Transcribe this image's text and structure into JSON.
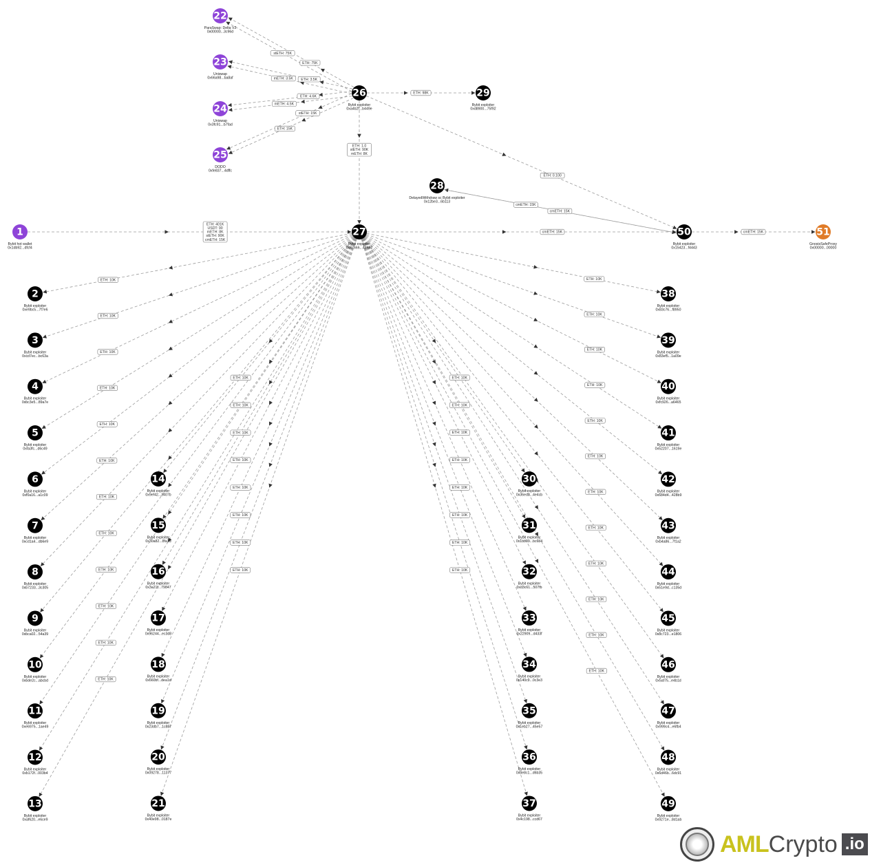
{
  "colors": {
    "exchange": "#8e44d8",
    "exploiter": "#000000",
    "proxy": "#e07b28",
    "edge": "#9a9a9a"
  },
  "nodes": [
    {
      "id": "1",
      "name": "Bybit hot wallet",
      "address": "0x1db92...dfcf4",
      "type": "exchange"
    },
    {
      "id": "2",
      "name": "Bybit exploiter",
      "address": "0xe9bc5...7f7e6",
      "type": "exploiter"
    },
    {
      "id": "3",
      "name": "Bybit exploiter",
      "address": "0xcd7ec...bc63a",
      "type": "exploiter"
    },
    {
      "id": "4",
      "name": "Bybit exploiter",
      "address": "0xbc3e5...89a7e",
      "type": "exploiter"
    },
    {
      "id": "5",
      "name": "Bybit exploiter",
      "address": "0xfa3fc...d6c49",
      "type": "exploiter"
    },
    {
      "id": "6",
      "name": "Bybit exploiter",
      "address": "0xf0a16...a1c09",
      "type": "exploiter"
    },
    {
      "id": "7",
      "name": "Bybit exploiter",
      "address": "0xcd1a4...db6e9",
      "type": "exploiter"
    },
    {
      "id": "8",
      "name": "Bybit exploiter",
      "address": "0xb7233...3c305",
      "type": "exploiter"
    },
    {
      "id": "9",
      "name": "Bybit exploiter",
      "address": "0xbca02...54a39",
      "type": "exploiter"
    },
    {
      "id": "10",
      "name": "Bybit exploiter",
      "address": "0xbde2c...abcbd",
      "type": "exploiter"
    },
    {
      "id": "11",
      "name": "Bybit exploiter",
      "address": "0xe6975...1ae49",
      "type": "exploiter"
    },
    {
      "id": "12",
      "name": "Bybit exploiter",
      "address": "0xb172f...003b4",
      "type": "exploiter"
    },
    {
      "id": "13",
      "name": "Bybit exploiter",
      "address": "0xaf620...e6ce9",
      "type": "exploiter"
    },
    {
      "id": "14",
      "name": "Bybit exploiter",
      "address": "0x9ef42...3407b",
      "type": "exploiter"
    },
    {
      "id": "15",
      "name": "Bybit exploiter",
      "address": "0x30a82...8fa1d",
      "type": "exploiter"
    },
    {
      "id": "16",
      "name": "Bybit exploiter",
      "address": "0x3a21f...79847",
      "type": "exploiter"
    },
    {
      "id": "17",
      "name": "Bybit exploiter",
      "address": "0x96244...ec3d8",
      "type": "exploiter"
    },
    {
      "id": "18",
      "name": "Bybit exploiter",
      "address": "0x660bf...dea1d",
      "type": "exploiter"
    },
    {
      "id": "19",
      "name": "Bybit exploiter",
      "address": "0x23db7...1c887",
      "type": "exploiter"
    },
    {
      "id": "20",
      "name": "Bybit exploiter",
      "address": "0x09278...11377",
      "type": "exploiter"
    },
    {
      "id": "21",
      "name": "Bybit exploiter",
      "address": "0x40e98...0187e",
      "type": "exploiter"
    },
    {
      "id": "22",
      "name": "ParaSwap: Delta V2",
      "address": "0x00000...3c96d",
      "type": "exchange"
    },
    {
      "id": "23",
      "name": "Uniswap",
      "address": "0x66a98...ba8af",
      "type": "exchange"
    },
    {
      "id": "24",
      "name": "Uniswap",
      "address": "0x3fc91...b7fad",
      "type": "exchange"
    },
    {
      "id": "25",
      "name": "DODO",
      "address": "0xfe837...4dffc",
      "type": "exchange"
    },
    {
      "id": "26",
      "name": "Bybit exploiter",
      "address": "0xa4b2f...b449e",
      "type": "exploiter"
    },
    {
      "id": "27",
      "name": "Bybit exploiter",
      "address": "0x47666...486e2",
      "type": "exploiter"
    },
    {
      "id": "28",
      "name": "DelayedWithdraw sc Bybit exploiter",
      "address": "0x12be3...6b113",
      "type": "exploiter"
    },
    {
      "id": "29",
      "name": "Bybit exploiter",
      "address": "0xd8900...75f92",
      "type": "exploiter"
    },
    {
      "id": "30",
      "name": "Bybit exploiter",
      "address": "0x36ed3...4e4cb",
      "type": "exploiter"
    },
    {
      "id": "31",
      "name": "Bybit exploiter",
      "address": "0x1bb09...bc6b4",
      "type": "exploiter"
    },
    {
      "id": "32",
      "name": "Bybit exploiter",
      "address": "0xd3c61...507fb",
      "type": "exploiter"
    },
    {
      "id": "33",
      "name": "Bybit exploiter",
      "address": "0x22909...d433f",
      "type": "exploiter"
    },
    {
      "id": "34",
      "name": "Bybit exploiter",
      "address": "0x140c9...0c3e3",
      "type": "exploiter"
    },
    {
      "id": "35",
      "name": "Bybit exploiter",
      "address": "0x1eb27...45e57",
      "type": "exploiter"
    },
    {
      "id": "36",
      "name": "Bybit exploiter",
      "address": "0x3e8c1...d6b35",
      "type": "exploiter"
    },
    {
      "id": "37",
      "name": "Bybit exploiter",
      "address": "0x4c198...ccd67",
      "type": "exploiter"
    },
    {
      "id": "38",
      "name": "Bybit exploiter",
      "address": "0x83c76...f8950",
      "type": "exploiter"
    },
    {
      "id": "39",
      "name": "Bybit exploiter",
      "address": "0x83ef5...1a09e",
      "type": "exploiter"
    },
    {
      "id": "40",
      "name": "Bybit exploiter",
      "address": "0xfc926...a6465",
      "type": "exploiter"
    },
    {
      "id": "41",
      "name": "Bybit exploiter",
      "address": "0x52207...1619e",
      "type": "exploiter"
    },
    {
      "id": "42",
      "name": "Bybit exploiter",
      "address": "0x684d4...428b9",
      "type": "exploiter"
    },
    {
      "id": "43",
      "name": "Bybit exploiter",
      "address": "0xb4a86...7f1a2",
      "type": "exploiter"
    },
    {
      "id": "44",
      "name": "Bybit exploiter",
      "address": "0x51e9d...c135d",
      "type": "exploiter"
    },
    {
      "id": "45",
      "name": "Bybit exploiter",
      "address": "0x8c723...e1806",
      "type": "exploiter"
    },
    {
      "id": "46",
      "name": "Bybit exploiter",
      "address": "0x5af75...e4b1d",
      "type": "exploiter"
    },
    {
      "id": "47",
      "name": "Bybit exploiter",
      "address": "0x999c4...e6fb4",
      "type": "exploiter"
    },
    {
      "id": "48",
      "name": "Bybit exploiter",
      "address": "0x6d46b...6dc91",
      "type": "exploiter"
    },
    {
      "id": "49",
      "name": "Bybit exploiter",
      "address": "0x9271e...8d1ab",
      "type": "exploiter"
    },
    {
      "id": "50",
      "name": "Bybit exploiter",
      "address": "0x15423...f4443",
      "type": "exploiter"
    },
    {
      "id": "51",
      "name": "GnosisSafeProxy",
      "address": "0x00000...00000",
      "type": "proxy"
    }
  ],
  "edges": [
    {
      "from": "1",
      "to": "27",
      "label": [
        "ETH: 401K",
        "USDT: 90",
        "mETH: 8K",
        "stETH: 90K",
        "cmETH: 15K"
      ]
    },
    {
      "from": "26",
      "to": "22",
      "label": [
        "stETH: 75K"
      ]
    },
    {
      "from": "26",
      "to": "22",
      "label": [
        "ETH: 75K"
      ]
    },
    {
      "from": "26",
      "to": "23",
      "label": [
        "mETH: 3.5K"
      ]
    },
    {
      "from": "26",
      "to": "23",
      "label": [
        "ETH: 3.5K"
      ]
    },
    {
      "from": "26",
      "to": "24",
      "label": [
        "mETH: 4.5K"
      ]
    },
    {
      "from": "26",
      "to": "24",
      "label": [
        "ETH: 4.6K"
      ]
    },
    {
      "from": "26",
      "to": "25",
      "label": [
        "ETH: 15K"
      ]
    },
    {
      "from": "26",
      "to": "25",
      "label": [
        "stETH: 15K"
      ]
    },
    {
      "from": "26",
      "to": "29",
      "label": [
        "ETH: 98K"
      ]
    },
    {
      "from": "26",
      "to": "27",
      "label": [
        "ETH: 1.0",
        "stETH: 90K",
        "mETH: 8K"
      ]
    },
    {
      "from": "26",
      "to": "50",
      "label": [
        "ETH: 0.100"
      ]
    },
    {
      "from": "50",
      "to": "28",
      "label": [
        "cmETH: 15K"
      ]
    },
    {
      "from": "28",
      "to": "50",
      "label": [
        "cmETH: 15K"
      ]
    },
    {
      "from": "27",
      "to": "50",
      "label": [
        "cmETH: 15K"
      ]
    },
    {
      "from": "50",
      "to": "51",
      "label": [
        "cmETH: 15K"
      ]
    },
    {
      "from": "27",
      "to": "2",
      "label": [
        "ETH: 10K"
      ]
    },
    {
      "from": "27",
      "to": "3",
      "label": [
        "ETH: 10K"
      ]
    },
    {
      "from": "27",
      "to": "4",
      "label": [
        "ETH: 10K"
      ]
    },
    {
      "from": "27",
      "to": "5",
      "label": [
        "ETH: 10K"
      ]
    },
    {
      "from": "27",
      "to": "6",
      "label": [
        "ETH: 10K"
      ]
    },
    {
      "from": "27",
      "to": "7",
      "label": [
        "ETH: 10K"
      ]
    },
    {
      "from": "27",
      "to": "8",
      "label": [
        "ETH: 10K"
      ]
    },
    {
      "from": "27",
      "to": "9",
      "label": [
        "ETH: 10K"
      ]
    },
    {
      "from": "27",
      "to": "10",
      "label": [
        "ETH: 10K"
      ]
    },
    {
      "from": "27",
      "to": "11",
      "label": [
        "ETH: 10K"
      ]
    },
    {
      "from": "27",
      "to": "12",
      "label": [
        "ETH: 10K"
      ]
    },
    {
      "from": "27",
      "to": "13",
      "label": [
        "ETH: 10K"
      ]
    },
    {
      "from": "27",
      "to": "14",
      "label": [
        "ETH: 10K"
      ]
    },
    {
      "from": "27",
      "to": "15",
      "label": [
        "ETH: 10K"
      ]
    },
    {
      "from": "27",
      "to": "16",
      "label": [
        "ETH: 10K"
      ]
    },
    {
      "from": "27",
      "to": "17",
      "label": [
        "ETH: 10K"
      ]
    },
    {
      "from": "27",
      "to": "18",
      "label": [
        "ETH: 10K"
      ]
    },
    {
      "from": "27",
      "to": "19",
      "label": [
        "ETH: 10K"
      ]
    },
    {
      "from": "27",
      "to": "20",
      "label": [
        "ETH: 10K"
      ]
    },
    {
      "from": "27",
      "to": "21",
      "label": [
        "ETH: 10K"
      ]
    },
    {
      "from": "27",
      "to": "30",
      "label": [
        "ETH: 10K"
      ]
    },
    {
      "from": "27",
      "to": "31",
      "label": [
        "ETH: 10K"
      ]
    },
    {
      "from": "27",
      "to": "32",
      "label": [
        "ETH: 10K"
      ]
    },
    {
      "from": "27",
      "to": "33",
      "label": [
        "ETH: 10K"
      ]
    },
    {
      "from": "27",
      "to": "34",
      "label": [
        "ETH: 10K"
      ]
    },
    {
      "from": "27",
      "to": "35",
      "label": [
        "ETH: 10K"
      ]
    },
    {
      "from": "27",
      "to": "36",
      "label": [
        "ETH: 10K"
      ]
    },
    {
      "from": "27",
      "to": "37",
      "label": [
        "ETH: 10K"
      ]
    },
    {
      "from": "27",
      "to": "38",
      "label": [
        "ETH: 10K"
      ]
    },
    {
      "from": "27",
      "to": "39",
      "label": [
        "ETH: 10K"
      ]
    },
    {
      "from": "27",
      "to": "40",
      "label": [
        "ETH: 10K"
      ]
    },
    {
      "from": "27",
      "to": "41",
      "label": [
        "ETH: 10K"
      ]
    },
    {
      "from": "27",
      "to": "42",
      "label": [
        "ETH: 10K"
      ]
    },
    {
      "from": "27",
      "to": "43",
      "label": [
        "ETH: 10K"
      ]
    },
    {
      "from": "27",
      "to": "44",
      "label": [
        "ETH: 10K"
      ]
    },
    {
      "from": "27",
      "to": "45",
      "label": [
        "ETH: 10K"
      ]
    },
    {
      "from": "27",
      "to": "46",
      "label": [
        "ETH: 10K"
      ]
    },
    {
      "from": "27",
      "to": "47",
      "label": [
        "ETH: 10K"
      ]
    },
    {
      "from": "27",
      "to": "48",
      "label": [
        "ETH: 10K"
      ]
    },
    {
      "from": "27",
      "to": "49",
      "label": [
        "ETH: 10K"
      ]
    }
  ],
  "logo": {
    "part1": "AML",
    "part2": "Crypto",
    "part3": ".io"
  }
}
